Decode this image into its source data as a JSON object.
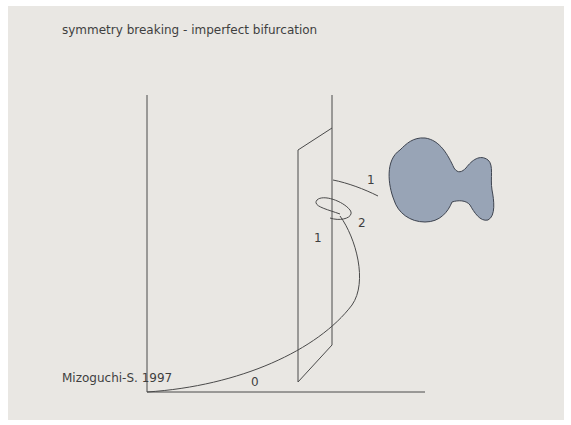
{
  "diagram": {
    "title": "symmetry breaking - imperfect bifurcation",
    "caption": "Mizoguchi-S. 1997",
    "labels": [
      "1",
      "2",
      "1",
      "0"
    ]
  }
}
